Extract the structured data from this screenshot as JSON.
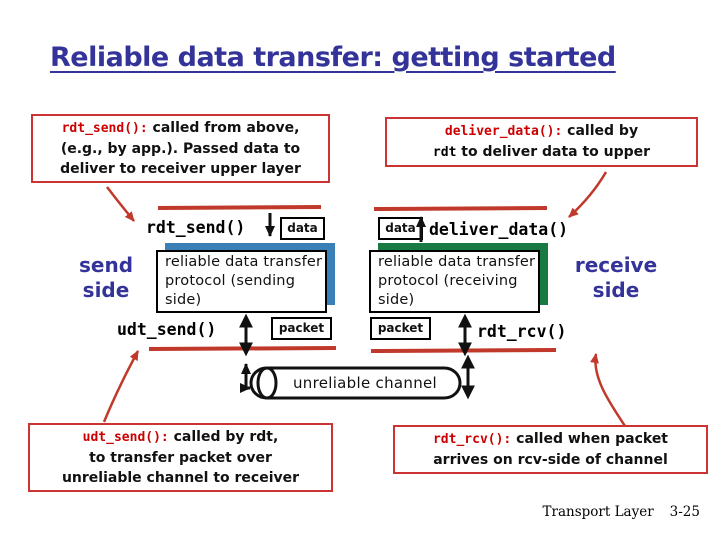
{
  "slide": {
    "title": "Reliable data transfer: getting started",
    "footer": {
      "label": "Transport Layer",
      "page": "3-25"
    }
  },
  "callouts": {
    "rdt_send": {
      "code": "rdt_send():",
      "lines": [
        " called from above,",
        "(e.g., by app.). Passed data to",
        "deliver to receiver upper layer"
      ]
    },
    "deliver_data": {
      "code": "deliver_data():",
      "line1": " called by",
      "code2": "rdt",
      "line2_rest": " to deliver data to upper"
    },
    "udt_send": {
      "code": "udt_send():",
      "lines": [
        " called by rdt,",
        "to transfer packet over",
        "unreliable channel to receiver"
      ]
    },
    "rdt_rcv": {
      "code": "rdt_rcv():",
      "lines": [
        " called when packet",
        "arrives on rcv-side of channel"
      ]
    }
  },
  "diagram": {
    "rdt_send_label": "rdt_send()",
    "deliver_data_label": "deliver_data()",
    "udt_send_label": "udt_send()",
    "rdt_rcv_label": "rdt_rcv()",
    "data_label": "data",
    "packet_label": "packet",
    "send_box": "reliable data transfer protocol (sending side)",
    "recv_box": "reliable data transfer protocol (receiving side)",
    "send_side": "send side",
    "receive_side": "receive side",
    "channel": "unreliable channel"
  },
  "colors": {
    "title_navy": "#333399",
    "code_red": "#cc0000",
    "accent_red": "#c0392b",
    "box_border_red": "#cc3333",
    "send_shadow_blue": "#3a7fb5",
    "recv_shadow_green": "#1a7a44"
  }
}
